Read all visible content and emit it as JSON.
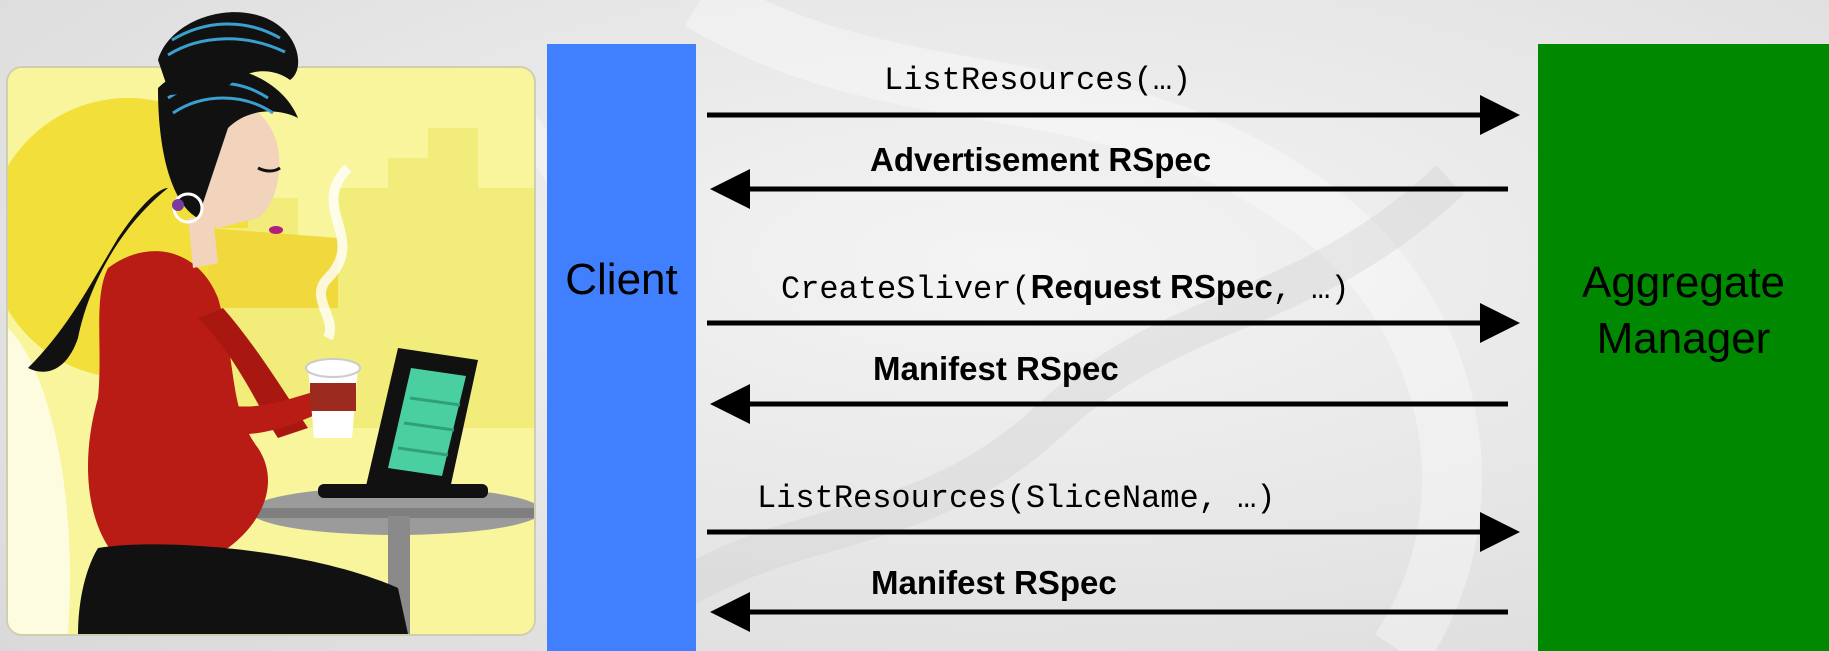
{
  "client": {
    "label": "Client",
    "color": "#4080ff"
  },
  "aggregate_manager": {
    "line1": "Aggregate",
    "line2": "Manager",
    "color": "#008800"
  },
  "messages": [
    {
      "direction": "right",
      "code": "ListResources(…)"
    },
    {
      "direction": "left",
      "bold": "Advertisement RSpec"
    },
    {
      "direction": "right",
      "code_prefix": "CreateSliver(",
      "bold": "Request RSpec",
      "code_suffix": ", …)"
    },
    {
      "direction": "left",
      "bold": "Manifest RSpec"
    },
    {
      "direction": "right",
      "code": "ListResources(SliceName, …)"
    },
    {
      "direction": "left",
      "bold": "Manifest RSpec"
    }
  ]
}
